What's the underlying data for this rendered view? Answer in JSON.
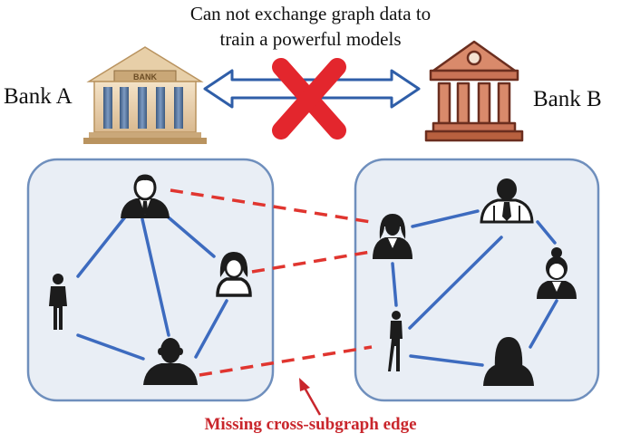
{
  "header": {
    "line1": "Can not exchange graph data to",
    "line2": "train a powerful models"
  },
  "banks": {
    "a": {
      "label": "Bank A",
      "sign": "BANK",
      "icon": "bank-building-icon"
    },
    "b": {
      "label": "Bank B",
      "icon": "bank-temple-icon"
    }
  },
  "annotation": {
    "label": "Missing cross-subgraph edge",
    "color": "#c9262c"
  },
  "colors": {
    "edge": "#3d6bbf",
    "missing_edge": "#e0352f",
    "cross": "#e3262d",
    "subgraph_border": "#6f8fbd",
    "subgraph_fill": "#e9eef5",
    "person": "#1c1c1c"
  },
  "subgraphs": [
    {
      "name": "bank-a-subgraph",
      "nodes": [
        {
          "id": "a1",
          "icon": "businessman-icon"
        },
        {
          "id": "a2",
          "icon": "woman-icon"
        },
        {
          "id": "a3",
          "icon": "standing-woman-icon"
        },
        {
          "id": "a4",
          "icon": "man-silhouette-icon"
        }
      ],
      "edges": [
        [
          "a1",
          "a2"
        ],
        [
          "a1",
          "a3"
        ],
        [
          "a1",
          "a4"
        ],
        [
          "a2",
          "a4"
        ],
        [
          "a3",
          "a4"
        ]
      ]
    },
    {
      "name": "bank-b-subgraph",
      "nodes": [
        {
          "id": "b1",
          "icon": "businesswoman-icon"
        },
        {
          "id": "b2",
          "icon": "man-with-tie-icon"
        },
        {
          "id": "b3",
          "icon": "woman-with-bun-icon"
        },
        {
          "id": "b4",
          "icon": "standing-figure-icon"
        },
        {
          "id": "b5",
          "icon": "woman-silhouette-icon"
        }
      ],
      "edges": [
        [
          "b1",
          "b2"
        ],
        [
          "b1",
          "b4"
        ],
        [
          "b2",
          "b3"
        ],
        [
          "b2",
          "b4"
        ],
        [
          "b3",
          "b5"
        ],
        [
          "b4",
          "b5"
        ]
      ]
    }
  ],
  "missing_edges": [
    [
      "a1",
      "b1"
    ],
    [
      "a2",
      "b1"
    ],
    [
      "a4",
      "b4"
    ]
  ]
}
